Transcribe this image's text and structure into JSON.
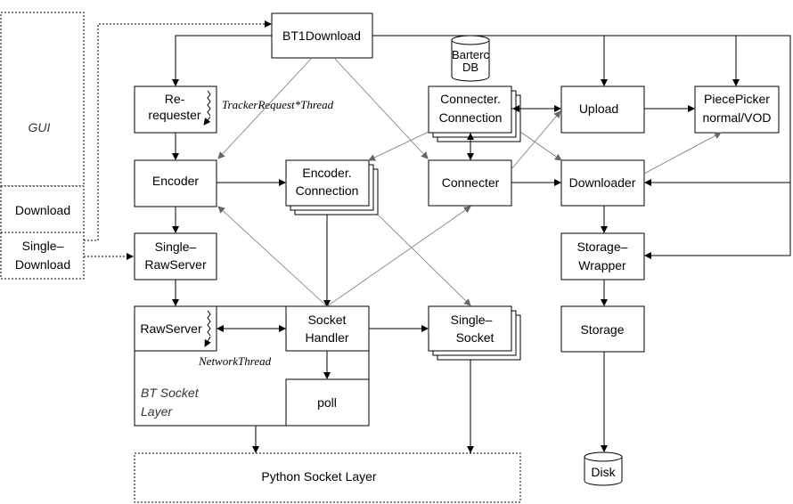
{
  "gui": {
    "gui_label": "GUI",
    "download_label": "Download",
    "single_download_line1": "Single–",
    "single_download_line2": "Download"
  },
  "nodes": {
    "bt1download": "BT1Download",
    "rerequester_line1": "Re-",
    "rerequester_line2": "requester",
    "tracker_thread": "TrackerRequest*Thread",
    "encoder": "Encoder",
    "single_rawserver_line1": "Single–",
    "single_rawserver_line2": "RawServer",
    "rawserver": "RawServer",
    "network_thread": "NetworkThread",
    "socket_handler_line1": "Socket",
    "socket_handler_line2": "Handler",
    "poll": "poll",
    "bt_socket_layer_line1": "BT Socket",
    "bt_socket_layer_line2": "Layer",
    "encoder_connection_line1": "Encoder.",
    "encoder_connection_line2": "Connection",
    "single_socket_line1": "Single–",
    "single_socket_line2": "Socket",
    "connecter": "Connecter",
    "connecter_connection_line1": "Connecter.",
    "connecter_connection_line2": "Connection",
    "bartercast_db_line1": "Barterc",
    "bartercast_db_line2": "DB",
    "upload": "Upload",
    "piecepicker_line1": "PiecePicker",
    "piecepicker_line2": "normal/VOD",
    "downloader": "Downloader",
    "storage_wrapper_line1": "Storage–",
    "storage_wrapper_line2": "Wrapper",
    "storage": "Storage",
    "disk": "Disk",
    "python_socket_layer": "Python Socket Layer"
  }
}
